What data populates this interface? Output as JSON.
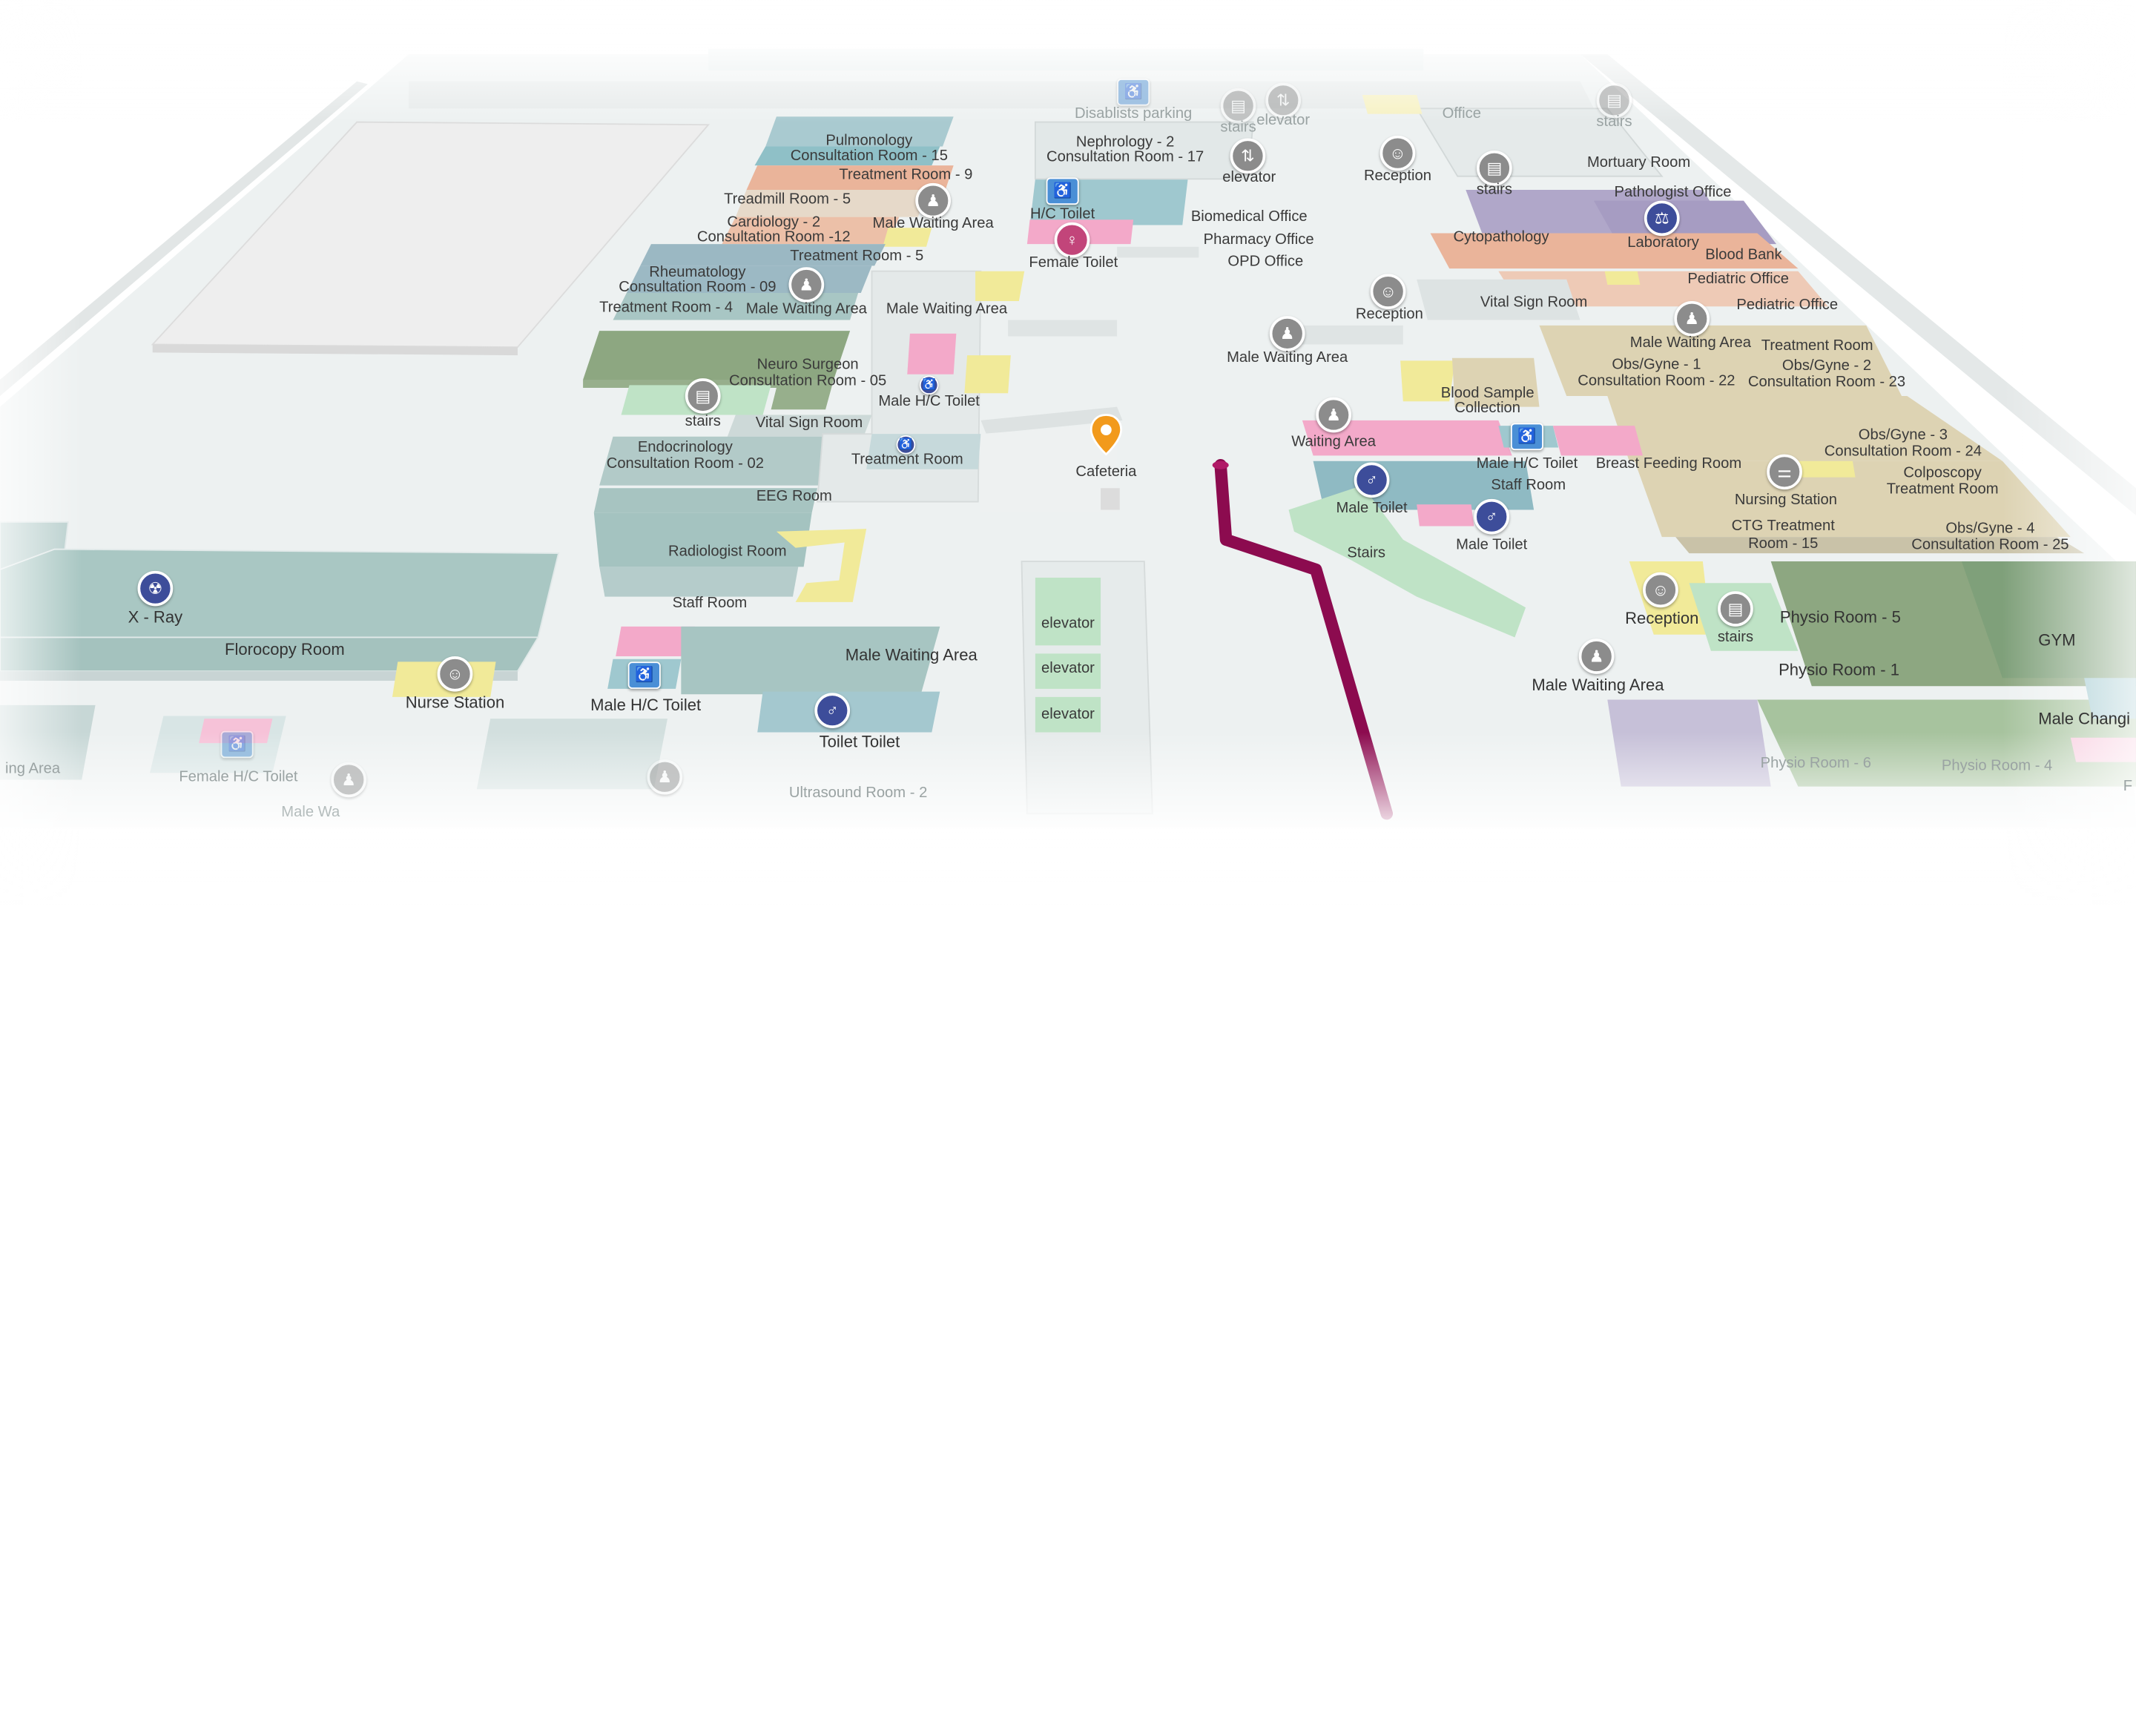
{
  "colors": {
    "background": "#ffffff",
    "floor": "#e9eded",
    "teal_room": "#9fc3c0",
    "blue_room": "#8fb4c8",
    "green_room": "#8da781",
    "light_green": "#bfe3c6",
    "pink_room": "#f3a9c9",
    "yellow_room": "#f1ea99",
    "orange_room": "#eab49a",
    "purple_room": "#b0a7c9",
    "tan_room": "#ddd3b3",
    "route": "#8c0b4f",
    "marker": "#f29a1c"
  },
  "labels": {
    "disabled_parking": "Disablists parking",
    "stairs_top": "stairs",
    "elevator_top": "elevator",
    "office": "Office",
    "stairs_top_right": "stairs",
    "pulmonology": "Pulmonology",
    "consultation_15": "Consultation Room - 15",
    "treatment_9": "Treatment Room - 9",
    "nephrology": "Nephrology - 2",
    "consultation_17": "Consultation Room - 17",
    "elevator_mid": "elevator",
    "reception_top": "Reception",
    "mortuary": "Mortuary Room",
    "stairs_right": "stairs",
    "pathologist": "Pathologist Office",
    "treadmill": "Treadmill Room - 5",
    "hc_toilet_top": "H/C Toilet",
    "biomedical": "Biomedical Office",
    "cardiology": "Cardiology - 2",
    "consultation_12": "Consultation Room -12",
    "male_waiting_1": "Male Waiting Area",
    "cytopathology": "Cytopathology",
    "laboratory": "Laboratory",
    "pharmacy": "Pharmacy Office",
    "treatment_5": "Treatment Room - 5",
    "female_toilet": "Female Toilet",
    "opd_office": "OPD Office",
    "blood_bank": "Blood Bank",
    "rheumatology": "Rheumatology",
    "consultation_09": "Consultation Room - 09",
    "pediatric_office_1": "Pediatric Office",
    "treatment_4": "Treatment Room - 4",
    "male_waiting_2": "Male Waiting Area",
    "male_waiting_3": "Male Waiting Area",
    "vital_sign_right": "Vital Sign Room",
    "pediatric_office_2": "Pediatric Office",
    "reception_mid": "Reception",
    "male_waiting_4": "Male Waiting Area",
    "male_waiting_5": "Male Waiting Area",
    "treatment_room_plain": "Treatment Room",
    "neuro": "Neuro Surgeon",
    "consultation_05": "Consultation Room - 05",
    "obs_gyne_1": "Obs/Gyne - 1",
    "consultation_22": "Consultation Room - 22",
    "obs_gyne_2": "Obs/Gyne - 2",
    "consultation_23": "Consultation Room - 23",
    "male_hc_toilet_1": "Male H/C Toilet",
    "stairs_left": "stairs",
    "blood_sample": "Blood Sample",
    "collection": "Collection",
    "vital_sign_left": "Vital Sign Room",
    "waiting_area": "Waiting Area",
    "obs_gyne_3": "Obs/Gyne - 3",
    "consultation_24": "Consultation Room - 24",
    "endocrinology": "Endocrinology",
    "consultation_02": "Consultation Room - 02",
    "treatment_room_2": "Treatment Room",
    "cafeteria": "Cafeteria",
    "male_hc_toilet_2": "Male H/C Toilet",
    "breast_feeding": "Breast Feeding Room",
    "colposcopy": "Colposcopy",
    "treatment_room_3": "Treatment Room",
    "staff_room_right": "Staff Room",
    "nursing_station": "Nursing Station",
    "eeg_room": "EEG Room",
    "male_toilet_1": "Male Toilet",
    "male_toilet_2": "Male Toilet",
    "ctg_treatment": "CTG Treatment",
    "room_15": "Room - 15",
    "obs_gyne_4": "Obs/Gyne - 4",
    "consultation_25": "Consultation Room - 25",
    "radiologist": "Radiologist Room",
    "stairs_green": "Stairs",
    "staff_room_left": "Staff Room",
    "xray": "X - Ray",
    "reception_bottom": "Reception",
    "physio_5": "Physio Room - 5",
    "stairs_bottom": "stairs",
    "gym": "GYM",
    "elevator_1": "elevator",
    "florocopy": "Florocopy Room",
    "male_waiting_6": "Male Waiting Area",
    "elevator_2": "elevator",
    "physio_1": "Physio Room - 1",
    "nurse_station": "Nurse Station",
    "male_waiting_7": "Male Waiting Area",
    "male_hc_toilet_3": "Male H/C Toilet",
    "male_changing": "Male Changi",
    "elevator_3": "elevator",
    "toilet_toilet": "Toilet Toilet",
    "waiting_area_partial": "ing Area",
    "female_hc_toilet": "Female H/C Toilet",
    "ultrasound_2": "Ultrasound Room - 2",
    "physio_6": "Physio Room - 6",
    "physio_4": "Physio Room - 4",
    "partial_f": "F",
    "male_wa_partial": "Male Wa"
  },
  "icons": {
    "waiting": "person-seated-icon",
    "stairs": "stairs-icon",
    "elevator": "elevator-icon",
    "reception": "receptionist-icon",
    "male_toilet": "male-toilet-icon",
    "female_toilet": "female-toilet-icon",
    "accessible": "wheelchair-icon",
    "radiation": "radiation-icon",
    "lab": "flask-icon",
    "nursing": "bed-icon",
    "location": "location-pin-icon"
  }
}
